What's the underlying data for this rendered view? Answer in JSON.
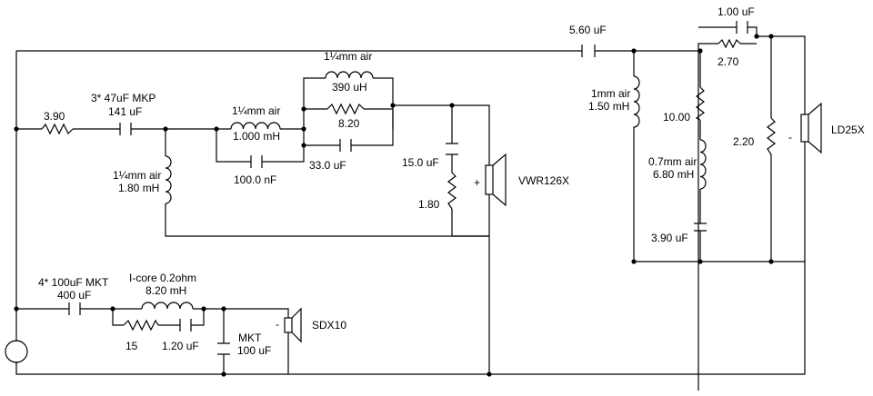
{
  "labels": {
    "c_woofer_series": "5.60 uF",
    "c_tw_top": "1.00 uF",
    "r_tw_top": "2.70",
    "l_tw_shunt_type": "1mm air",
    "l_tw_shunt_value": "1.50 mH",
    "r_tw_1": "10.00",
    "l_tw_2_type": "0.7mm air",
    "l_tw_2_value": "6.80 mH",
    "c_tw_2": "3.90 uF",
    "r_tw_shunt": "2.20",
    "tweeter_name": "LD25X",
    "mid_top_l_type": "1¼mm air",
    "mid_top_l_value": "390 uH",
    "mid_r_820": "8.20",
    "mid_l_main_type": "1¼mm air",
    "mid_l_main_value": "1.000 mH",
    "mid_c_33": "33.0 uF",
    "mid_c_100n": "100.0 nF",
    "mid_series_r": "3.90",
    "mid_c_note": "3* 47uF MKP",
    "mid_c_value": "141 uF",
    "mid_shunt_l_type": "1¼mm air",
    "mid_shunt_l_value": "1.80 mH",
    "mid_c_15": "15.0 uF",
    "mid_r_180": "1.80",
    "mid_driver_name": "VWR126X",
    "bass_c_note": "4* 100uF MKT",
    "bass_c_value": "400 uF",
    "bass_l_note": "I-core  0.2ohm",
    "bass_l_value": "8.20 mH",
    "bass_r_15": "15",
    "bass_c_120": "1.20 uF",
    "bass_c_mkt_type": "MKT",
    "bass_c_mkt_value": "100 uF",
    "bass_driver_name": "SDX10",
    "plus": "+",
    "minus": "-"
  }
}
